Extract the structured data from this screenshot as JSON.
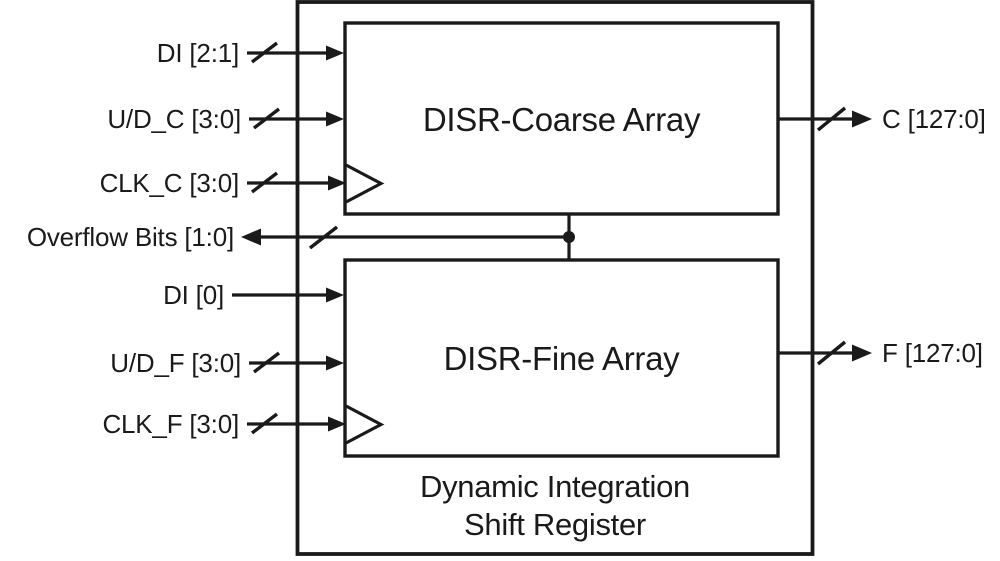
{
  "diagram": {
    "title": "Dynamic Integration Shift Register",
    "outer_block": {
      "caption_line1": "Dynamic Integration",
      "caption_line2": "Shift Register"
    },
    "blocks": [
      {
        "id": "coarse",
        "label": "DISR-Coarse Array"
      },
      {
        "id": "fine",
        "label": "DISR-Fine Array"
      }
    ],
    "inputs": [
      {
        "id": "di21",
        "label": "DI [2:1]",
        "bus": true,
        "target": "coarse",
        "clock": false
      },
      {
        "id": "udc",
        "label": "U/D_C [3:0]",
        "bus": true,
        "target": "coarse",
        "clock": false
      },
      {
        "id": "clkc",
        "label": "CLK_C [3:0]",
        "bus": true,
        "target": "coarse",
        "clock": true
      },
      {
        "id": "di0",
        "label": "DI [0]",
        "bus": false,
        "target": "fine",
        "clock": false
      },
      {
        "id": "udf",
        "label": "U/D_F [3:0]",
        "bus": true,
        "target": "fine",
        "clock": false
      },
      {
        "id": "clkf",
        "label": "CLK_F [3:0]",
        "bus": true,
        "target": "fine",
        "clock": true
      }
    ],
    "outputs": [
      {
        "id": "overflow",
        "label": "Overflow Bits [1:0]",
        "bus": true,
        "side": "left",
        "source": "coarse-to-fine-link"
      },
      {
        "id": "cout",
        "label": "C [127:0]",
        "bus": true,
        "side": "right",
        "source": "coarse"
      },
      {
        "id": "fout",
        "label": "F [127:0]",
        "bus": true,
        "side": "right",
        "source": "fine"
      }
    ],
    "colors": {
      "line": "#1a1a1a",
      "background": "#ffffff",
      "text": "#1a1a1a"
    }
  }
}
